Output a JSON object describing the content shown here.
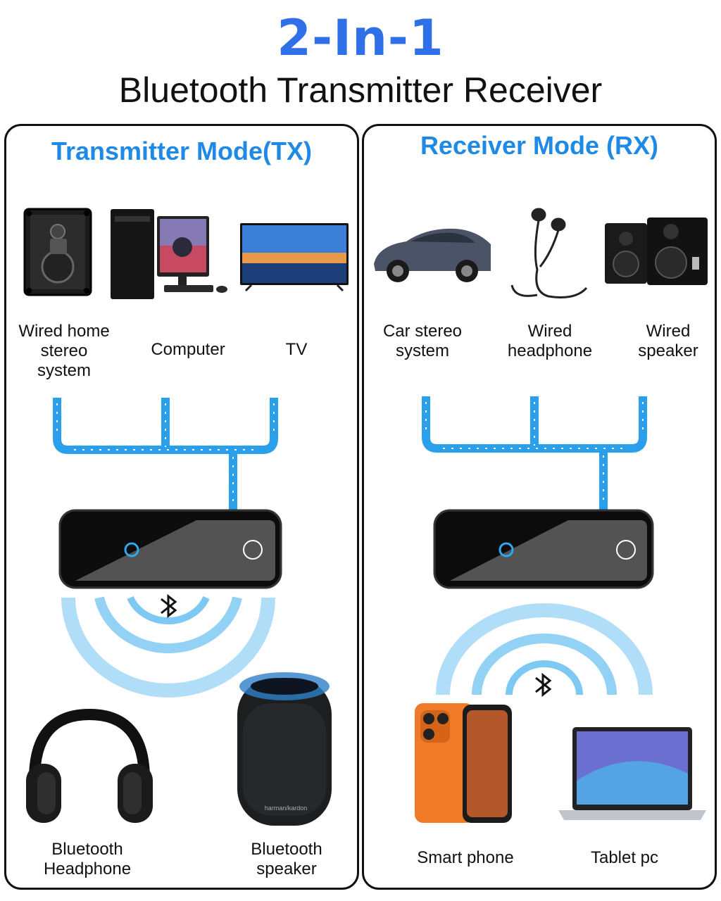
{
  "header": {
    "title": "2-In-1",
    "subtitle": "Bluetooth Transmitter Receiver"
  },
  "tx": {
    "title": "Transmitter Mode(TX)",
    "sources": [
      {
        "line1": "Wired home",
        "line2": "stereo system",
        "icon": "stereo-speaker-icon"
      },
      {
        "line1": "Computer",
        "line2": "",
        "icon": "desktop-computer-icon"
      },
      {
        "line1": "TV",
        "line2": "",
        "icon": "tv-icon"
      }
    ],
    "targets": [
      {
        "line1": "Bluetooth",
        "line2": "Headphone",
        "icon": "headphone-icon"
      },
      {
        "line1": "Bluetooth",
        "line2": "speaker",
        "icon": "smart-speaker-icon"
      }
    ],
    "speaker_brand": "harman/kardon"
  },
  "rx": {
    "title": "Receiver Mode (RX)",
    "targets": [
      {
        "line1": "Car stereo",
        "line2": "system",
        "icon": "car-icon"
      },
      {
        "line1": "Wired",
        "line2": "headphone",
        "icon": "earphones-icon"
      },
      {
        "line1": "Wired",
        "line2": "speaker",
        "icon": "bookshelf-speakers-icon"
      }
    ],
    "sources": [
      {
        "line1": "Smart phone",
        "icon": "smartphone-icon"
      },
      {
        "line1": "Tablet pc",
        "icon": "laptop-icon"
      }
    ]
  },
  "colors": {
    "title_blue": "#2f6fe8",
    "mode_blue": "#1f8ae6",
    "flow_blue": "#2aa0ec",
    "wave_blue": "#6fc3f2",
    "device_black": "#111111"
  }
}
